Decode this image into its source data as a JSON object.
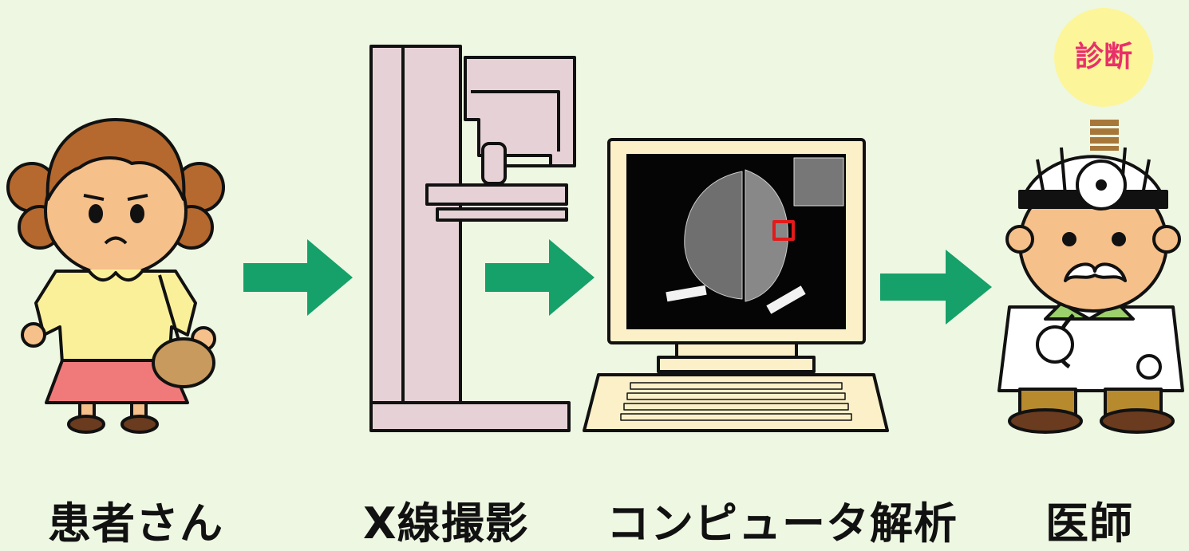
{
  "steps": [
    {
      "label": "患者さん",
      "icon": "patient-icon"
    },
    {
      "label": "X線撮影",
      "icon": "mammography-machine-icon"
    },
    {
      "label": "コンピュータ解析",
      "icon": "computer-icon"
    },
    {
      "label": "医師",
      "icon": "doctor-icon"
    }
  ],
  "bulb": {
    "text": "診断",
    "icon": "lightbulb-icon"
  },
  "arrows": {
    "icon": "arrow-right-icon",
    "color": "#16a06a"
  },
  "colors": {
    "background": "#eef7e2",
    "machine": "#e6d2d6",
    "monitor_frame": "#fbf0c8",
    "skin": "#f6c08a",
    "hair": "#b5692e",
    "blouse": "#fbf09a",
    "skirt": "#f07a7a",
    "bag": "#c89a5e",
    "highlight_box": "#e21b1b",
    "bulb_glass": "#fdf59a",
    "bulb_text": "#e8306a"
  }
}
